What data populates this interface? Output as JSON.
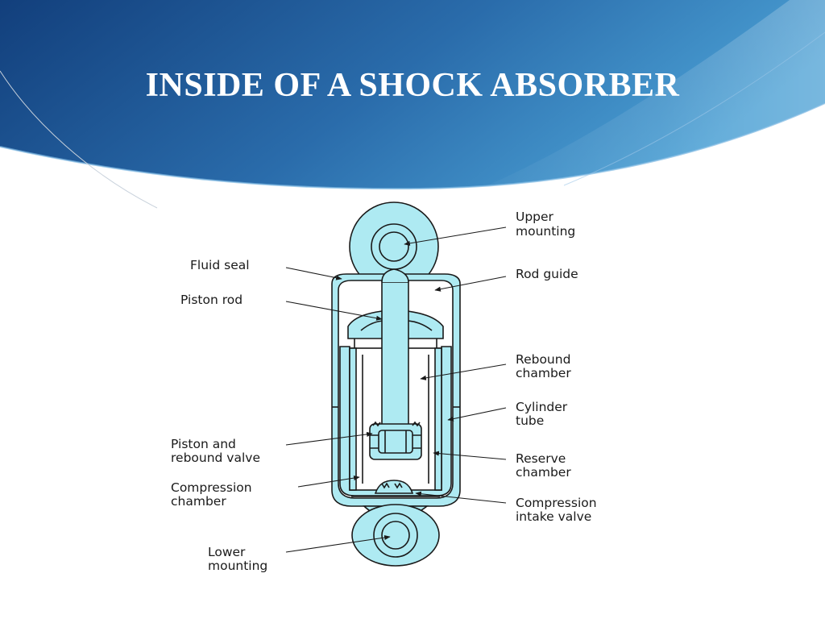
{
  "slide": {
    "title": "INSIDE OF A SHOCK ABSORBER",
    "header_colors": {
      "dark": "#123f7c",
      "mid": "#2a6cab",
      "light": "#4ba0d4"
    },
    "fluid_color": "#aeeaf2"
  },
  "diagram": {
    "labels_left": {
      "fluid_seal": "Fluid seal",
      "piston_rod": "Piston rod",
      "piston_valve_1": "Piston and",
      "piston_valve_2": "rebound valve",
      "compression_chamber_1": "Compression",
      "compression_chamber_2": "chamber",
      "lower_mounting_1": "Lower",
      "lower_mounting_2": "mounting"
    },
    "labels_right": {
      "upper_mounting_1": "Upper",
      "upper_mounting_2": "mounting",
      "rod_guide": "Rod guide",
      "rebound_chamber_1": "Rebound",
      "rebound_chamber_2": "chamber",
      "cylinder_tube_1": "Cylinder",
      "cylinder_tube_2": "tube",
      "reserve_chamber_1": "Reserve",
      "reserve_chamber_2": "chamber",
      "intake_valve_1": "Compression",
      "intake_valve_2": "intake valve"
    }
  }
}
